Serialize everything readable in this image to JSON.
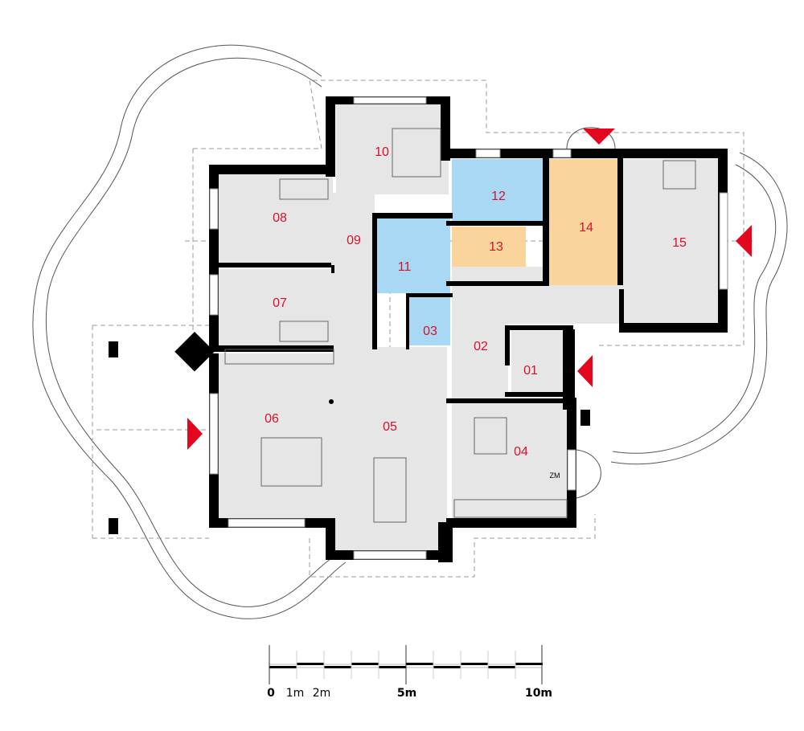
{
  "colors": {
    "room": "#e6e6e6",
    "wet": "#a9d8f5",
    "utility": "#fad49b",
    "wall": "#000000",
    "entrance": "#e3061f",
    "label": "#d9102b"
  },
  "rooms": {
    "r01": "01",
    "r02": "02",
    "r03": "03",
    "r04": "04",
    "r05": "05",
    "r06": "06",
    "r07": "07",
    "r08": "08",
    "r09": "09",
    "r10": "10",
    "r11": "11",
    "r12": "12",
    "r13": "13",
    "r14": "14",
    "r15": "15"
  },
  "fixtures": {
    "zm": "ZM"
  },
  "scale": {
    "l0": "0",
    "l1": "1m",
    "l2": "2m",
    "l5": "5m",
    "l10": "10m"
  }
}
